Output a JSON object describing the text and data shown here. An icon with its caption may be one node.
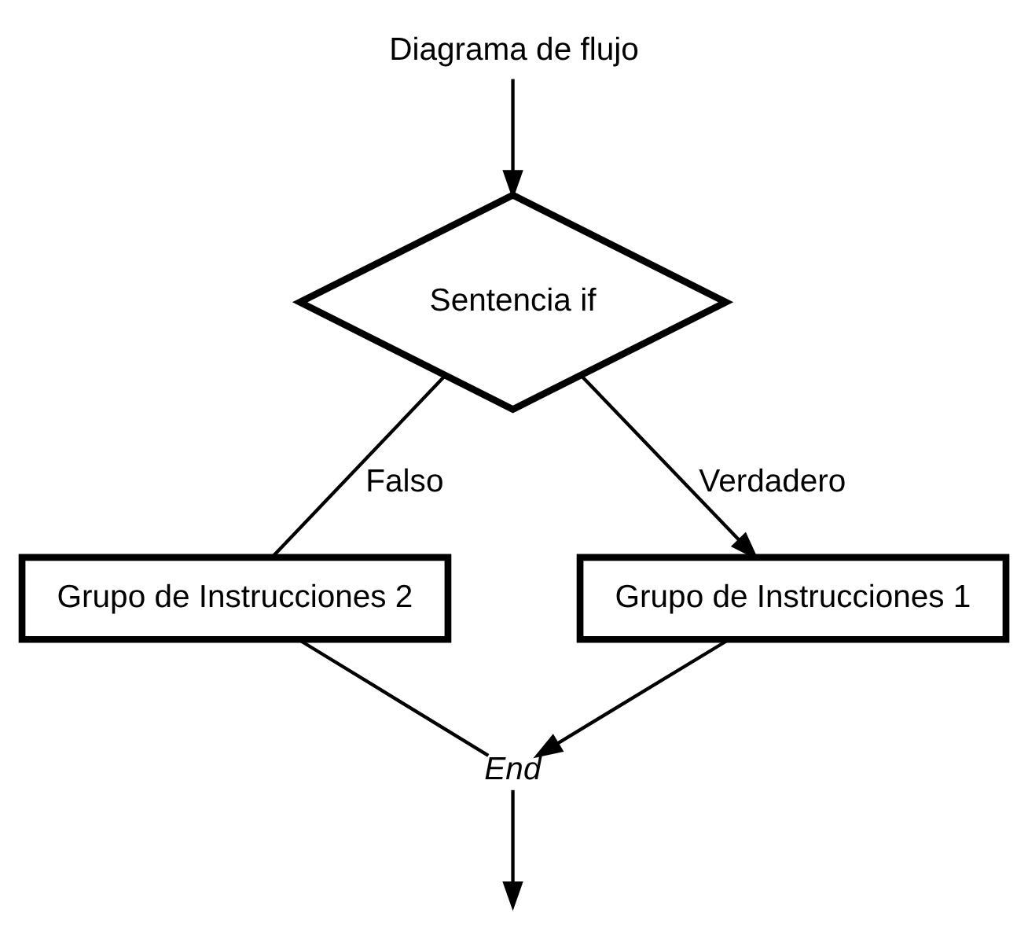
{
  "diagram": {
    "title": "Diagrama de flujo",
    "nodes": [
      {
        "text": [
          "Sentencia if"
        ]
      },
      {
        "text": [
          "Grupo de Instrucciones 2"
        ]
      },
      {
        "text": [
          "Grupo de Instrucciones 1"
        ]
      },
      {
        "text": [
          "End"
        ]
      }
    ],
    "edges": [
      {
        "from": null,
        "to": 0,
        "arrow": "to"
      },
      {
        "from": 0,
        "to": 1,
        "arrow": "none",
        "label": "Falso"
      },
      {
        "from": 0,
        "to": 2,
        "arrow": "to",
        "label": "Verdadero"
      },
      {
        "from": 2,
        "to": 3,
        "arrow": "to"
      },
      {
        "from": 1,
        "to": 3,
        "arrow": "none"
      },
      {
        "from": 3,
        "to": null,
        "arrow": "to"
      }
    ]
  }
}
